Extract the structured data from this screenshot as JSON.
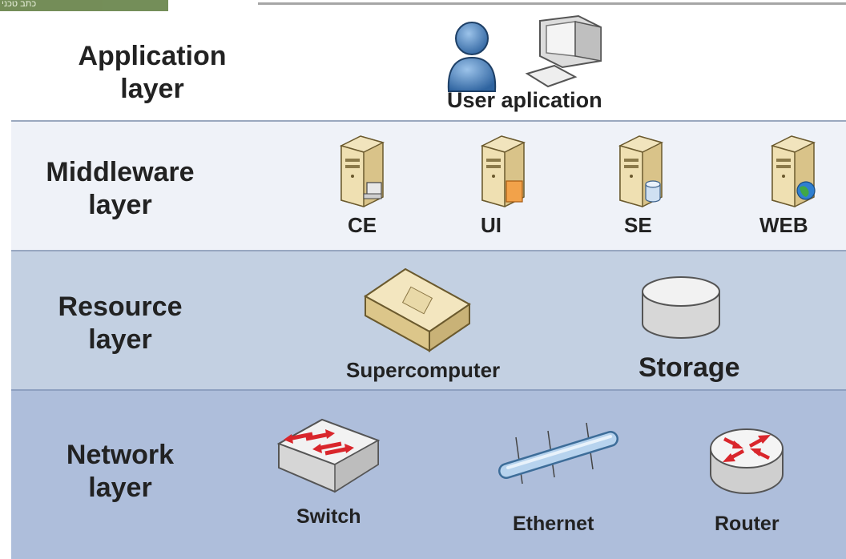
{
  "corner_text": "כתב טכני",
  "layers": [
    {
      "label_line1": "Application",
      "label_line2": "layer"
    },
    {
      "label_line1": "Middleware",
      "label_line2": "layer"
    },
    {
      "label_line1": "Resource",
      "label_line2": "layer"
    },
    {
      "label_line1": "Network",
      "label_line2": "layer"
    }
  ],
  "application": {
    "user_application": "User aplication"
  },
  "middleware": {
    "items": [
      "CE",
      "UI",
      "SE",
      "WEB"
    ]
  },
  "resource": {
    "supercomputer": "Supercomputer",
    "storage": "Storage"
  },
  "network": {
    "switch": "Switch",
    "ethernet": "Ethernet",
    "router": "Router"
  },
  "colors": {
    "middleware_band": "#eff2f8",
    "resource_band": "#c3d0e2",
    "network_band": "#aebedb",
    "server_beige": "#e6d6a8",
    "user_blue": "#4f86bf",
    "router_red": "#d9262c"
  }
}
